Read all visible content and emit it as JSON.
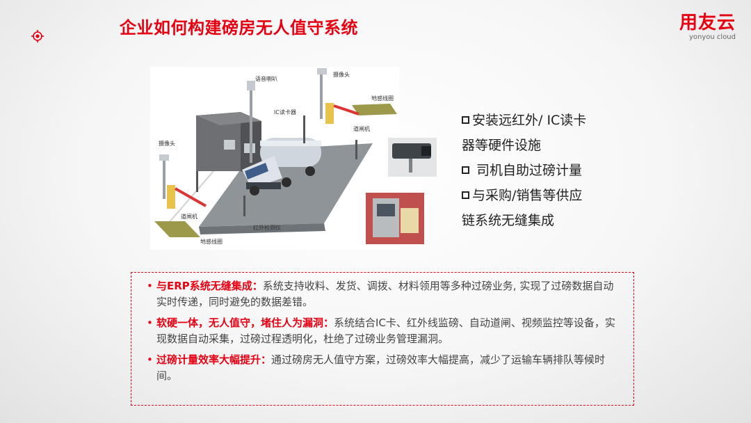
{
  "header": {
    "title": "企业如何构建磅房无人值守系统",
    "logo_text": "用友云",
    "logo_sub": "yonyou cloud"
  },
  "diagram": {
    "labels": {
      "speaker": "语音喇叭",
      "camera_top": "摄像头",
      "card_reader": "IC读卡器",
      "loop_right": "地感线圈",
      "gate_right": "道闸机",
      "camera_left": "摄像头",
      "gate_left": "道闸机",
      "infrared": "红外检测仪",
      "loop_left": "地感线圈"
    }
  },
  "features": {
    "lines": [
      {
        "marker": true,
        "text": "安装远红外/ IC读卡"
      },
      {
        "marker": false,
        "text": "器等硬件设施"
      },
      {
        "marker": true,
        "text": " 司机自助过磅计量"
      },
      {
        "marker": true,
        "text": "与采购/销售等供应"
      },
      {
        "marker": false,
        "text": "链系统无缝集成"
      }
    ]
  },
  "bullets": [
    {
      "bullet": "•",
      "head": "与ERP系统无缝集成：",
      "body": "系统支持收料、发货、调拨、材料领用等多种过磅业务, 实现了过磅数据自动实时传递，同时避免的数据差错。"
    },
    {
      "bullet": "•",
      "head": "软硬一体，无人值守，堵住人为漏洞：",
      "body": "系统结合IC卡、红外线监磅、自动道闸、视频监控等设备，实现数据自动采集，过磅过程透明化，杜绝了过磅业务管理漏洞。"
    },
    {
      "bullet": "•",
      "head": "过磅计量效率大幅提升：",
      "body": "通过磅房无人值守方案，过磅效率大幅提高，减少了运输车辆排队等候时间。"
    }
  ],
  "colors": {
    "accent": "#e60012",
    "body_text": "#444444"
  }
}
